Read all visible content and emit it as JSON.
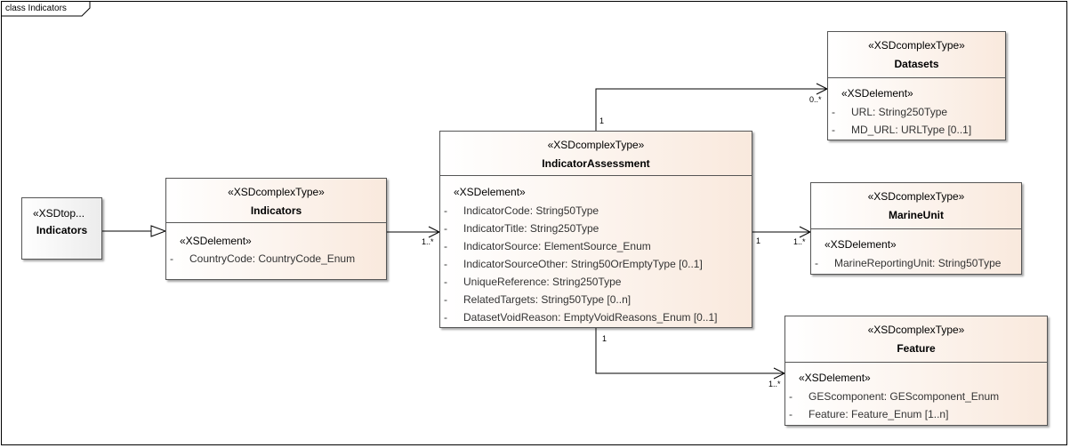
{
  "frame": {
    "label": "class Indicators"
  },
  "top_element": {
    "stereotype": "«XSDtop...",
    "name": "Indicators"
  },
  "classes": [
    {
      "id": "indicators",
      "stereotype": "«XSDcomplexType»",
      "name": "Indicators",
      "section_stereotype": "«XSDelement»",
      "attributes": [
        "CountryCode: CountryCode_Enum"
      ]
    },
    {
      "id": "indicator-assessment",
      "stereotype": "«XSDcomplexType»",
      "name": "IndicatorAssessment",
      "section_stereotype": "«XSDelement»",
      "attributes": [
        "IndicatorCode: String50Type",
        "IndicatorTitle: String250Type",
        "IndicatorSource: ElementSource_Enum",
        "IndicatorSourceOther: String50OrEmptyType [0..1]",
        "UniqueReference: String250Type",
        "RelatedTargets: String50Type [0..n]",
        "DatasetVoidReason: EmptyVoidReasons_Enum [0..1]"
      ]
    },
    {
      "id": "datasets",
      "stereotype": "«XSDcomplexType»",
      "name": "Datasets",
      "section_stereotype": "«XSDelement»",
      "attributes": [
        "URL: String250Type",
        "MD_URL: URLType [0..1]"
      ]
    },
    {
      "id": "marine-unit",
      "stereotype": "«XSDcomplexType»",
      "name": "MarineUnit",
      "section_stereotype": "«XSDelement»",
      "attributes": [
        "MarineReportingUnit: String50Type"
      ]
    },
    {
      "id": "feature",
      "stereotype": "«XSDcomplexType»",
      "name": "Feature",
      "section_stereotype": "«XSDelement»",
      "attributes": [
        "GEScomponent: GEScomponent_Enum",
        "Feature: Feature_Enum [1..n]"
      ]
    }
  ],
  "attribute_marker": "-",
  "multiplicities": {
    "indicators_to_assessment_target": "1..*",
    "assessment_to_datasets_source": "1",
    "assessment_to_datasets_target": "0..*",
    "assessment_to_marine_source": "1",
    "assessment_to_marine_target": "1..*",
    "assessment_to_feature_source": "1",
    "assessment_to_feature_target": "1..*"
  },
  "colors": {
    "box_gradient_end": "#f9e9dd",
    "top_box_gradient_end": "#ececec",
    "border": "#555555",
    "attribute_text": "#333333"
  }
}
